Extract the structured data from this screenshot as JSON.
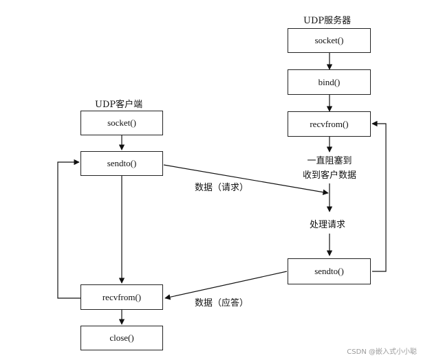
{
  "server": {
    "title": "UDP服务器",
    "socket": "socket()",
    "bind": "bind()",
    "recvfrom": "recvfrom()",
    "block_line1": "一直阻塞到",
    "block_line2": "收到客户数据",
    "process": "处理请求",
    "sendto": "sendto()"
  },
  "client": {
    "title": "UDP客户端",
    "socket": "socket()",
    "sendto": "sendto()",
    "recvfrom": "recvfrom()",
    "close": "close()"
  },
  "messages": {
    "request": "数据（请求）",
    "response": "数据（应答）"
  },
  "watermark": "CSDN @嵌入式小小聪"
}
